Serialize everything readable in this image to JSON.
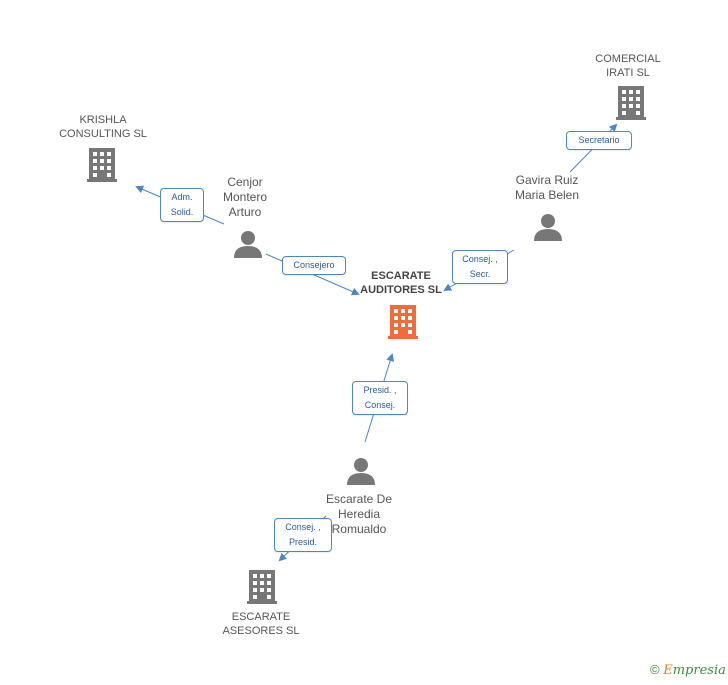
{
  "colors": {
    "company": "#777777",
    "main_company": "#f26b3a",
    "person": "#777777",
    "edge": "#4a86c8",
    "role_text": "#2a5c99"
  },
  "nodes": {
    "main": {
      "label": "ESCARATE\nAUDITORES SL",
      "icon": "building-icon"
    },
    "krishla": {
      "label": "KRISHLA\nCONSULTING SL",
      "icon": "building-icon"
    },
    "comercial": {
      "label": "COMERCIAL\nIRATI SL",
      "icon": "building-icon"
    },
    "asesores": {
      "label": "ESCARATE\nASESORES SL",
      "icon": "building-icon"
    },
    "cenjor": {
      "label": "Cenjor\nMontero\nArturo",
      "icon": "person-icon"
    },
    "gavira": {
      "label": "Gavira Ruiz\nMaria Belen",
      "icon": "person-icon"
    },
    "escarate_p": {
      "label": "Escarate De\nHeredia\nRomualdo",
      "icon": "person-icon"
    }
  },
  "roles": {
    "adm_solid": "Adm.\nSolid.",
    "consejero": "Consejero",
    "secretario": "Secretario",
    "consej_secr": "Consej. ,\nSecr.",
    "presid_consej": "Presid. ,\nConsej.",
    "consej_presid": "Consej. ,\nPresid."
  },
  "footer": {
    "copyright": "©",
    "brand_e": "E",
    "brand_rest": "mpresia"
  }
}
